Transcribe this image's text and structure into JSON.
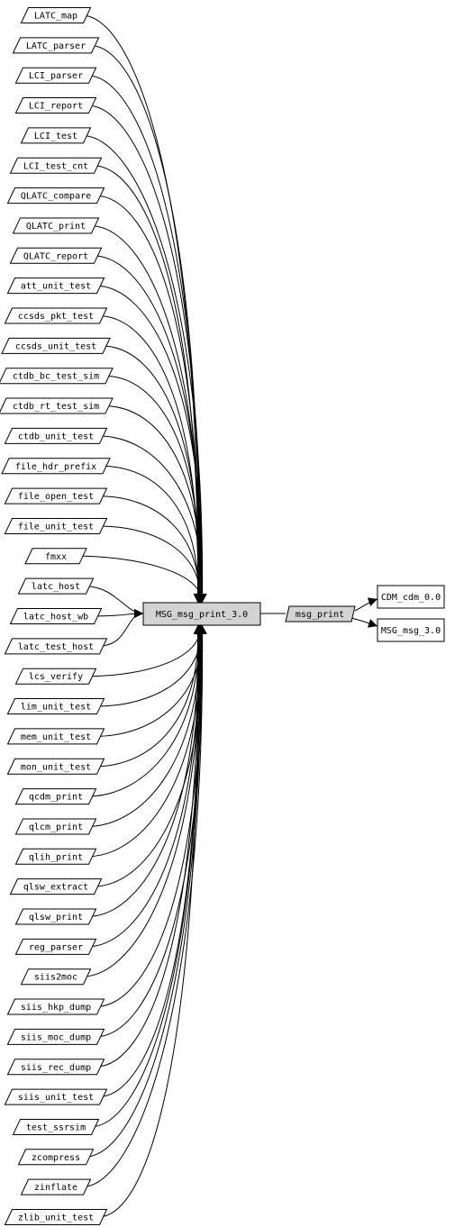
{
  "callers": [
    "LATC_map",
    "LATC_parser",
    "LCI_parser",
    "LCI_report",
    "LCI_test",
    "LCI_test_cnt",
    "QLATC_compare",
    "QLATC_print",
    "QLATC_report",
    "att_unit_test",
    "ccsds_pkt_test",
    "ccsds_unit_test",
    "ctdb_bc_test_sim",
    "ctdb_rt_test_sim",
    "ctdb_unit_test",
    "file_hdr_prefix",
    "file_open_test",
    "file_unit_test",
    "fmxx",
    "latc_host",
    "latc_host_wb",
    "latc_test_host",
    "lcs_verify",
    "lim_unit_test",
    "mem_unit_test",
    "mon_unit_test",
    "qcdm_print",
    "qlcm_print",
    "qlih_print",
    "qlsw_extract",
    "qlsw_print",
    "reg_parser",
    "siis2moc",
    "siis_hkp_dump",
    "siis_moc_dump",
    "siis_rec_dump",
    "siis_unit_test",
    "test_ssrsim",
    "zcompress",
    "zinflate",
    "zlib_unit_test"
  ],
  "center": {
    "label": "MSG_msg_print_3.0",
    "fill": "#d3d3d3"
  },
  "via": {
    "label": "msg_print",
    "fill": "#d3d3d3"
  },
  "targets": [
    "CDM_cdm_0.0",
    "MSG_msg_3.0"
  ]
}
